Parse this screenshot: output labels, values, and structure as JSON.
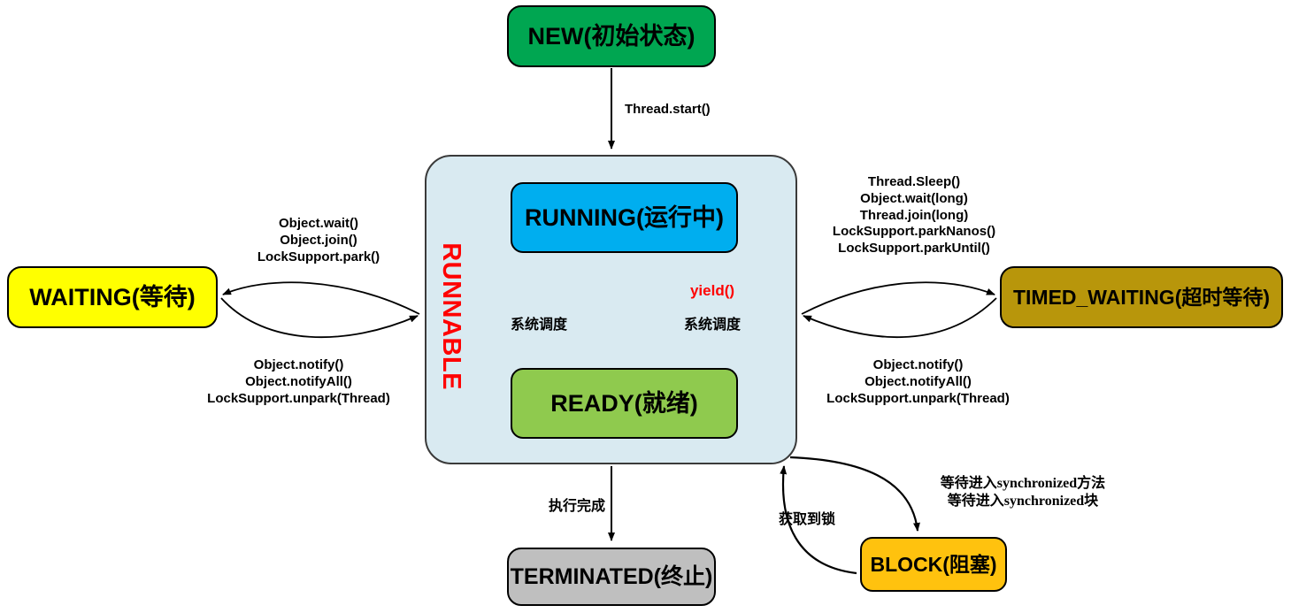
{
  "diagram": {
    "title": "Java Thread State Transition Diagram",
    "colors": {
      "new": "#00a651",
      "running": "#00aeef",
      "ready": "#8fca4e",
      "waiting": "#ffff00",
      "timed_waiting": "#b8960b",
      "block": "#ffc20e",
      "terminated": "#bfbfbf",
      "runnable_container": "#d9eaf1",
      "runnable_label": "#ff0000",
      "yield_label": "#ff0000",
      "stroke": "#000000"
    },
    "nodes": {
      "new": "NEW(初始状态)",
      "runnable": "RUNNABLE",
      "running": "RUNNING(运行中)",
      "ready": "READY(就绪)",
      "waiting": "WAITING(等待)",
      "timed_waiting": "TIMED_WAITING(超时等待)",
      "block": "BLOCK(阻塞)",
      "terminated": "TERMINATED(终止)"
    },
    "edges": {
      "start": "Thread.start()",
      "to_waiting": "Object.wait()\nObject.join()\nLockSupport.park()",
      "from_waiting": "Object.notify()\nObject.notifyAll()\nLockSupport.unpark(Thread)",
      "to_timed_waiting": "Thread.Sleep()\nObject.wait(long)\nThread.join(long)\nLockSupport.parkNanos()\nLockSupport.parkUntil()",
      "from_timed_waiting": "Object.notify()\nObject.notifyAll()\nLockSupport.unpark(Thread)",
      "yield": "yield()",
      "sched_left": "系统调度",
      "sched_right": "系统调度",
      "finish": "执行完成",
      "acquire_lock": "获取到锁",
      "to_block": "等待进入synchronized方法\n等待进入synchronized块"
    }
  }
}
